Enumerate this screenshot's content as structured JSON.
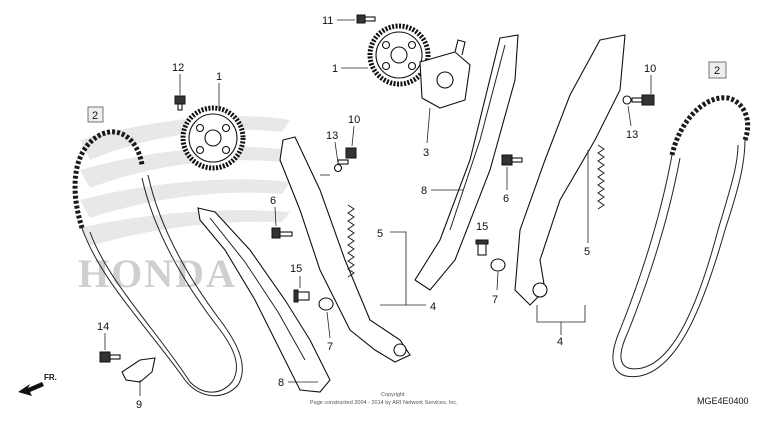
{
  "figure_code": "MGE4E0400",
  "copyright": {
    "line1": "Copyright",
    "line2": "Page constructed 2004 - 2014 by ARI Network Services, Inc."
  },
  "watermark": {
    "text": "HONDA"
  },
  "direction": {
    "label": "FR."
  },
  "callouts": {
    "c1a": "1",
    "c1b": "1",
    "c2a": "2",
    "c2b": "2",
    "c3": "3",
    "c4a": "4",
    "c4b": "4",
    "c5a": "5",
    "c5b": "5",
    "c6a": "6",
    "c6b": "6",
    "c7a": "7",
    "c7b": "7",
    "c8a": "8",
    "c8b": "8",
    "c9": "9",
    "c10a": "10",
    "c10b": "10",
    "c11": "11",
    "c12": "12",
    "c13a": "13",
    "c13b": "13",
    "c14": "14",
    "c15a": "15",
    "c15b": "15"
  },
  "colors": {
    "line": "#111111",
    "watermark": "#cfcfcf",
    "background": "#ffffff"
  }
}
